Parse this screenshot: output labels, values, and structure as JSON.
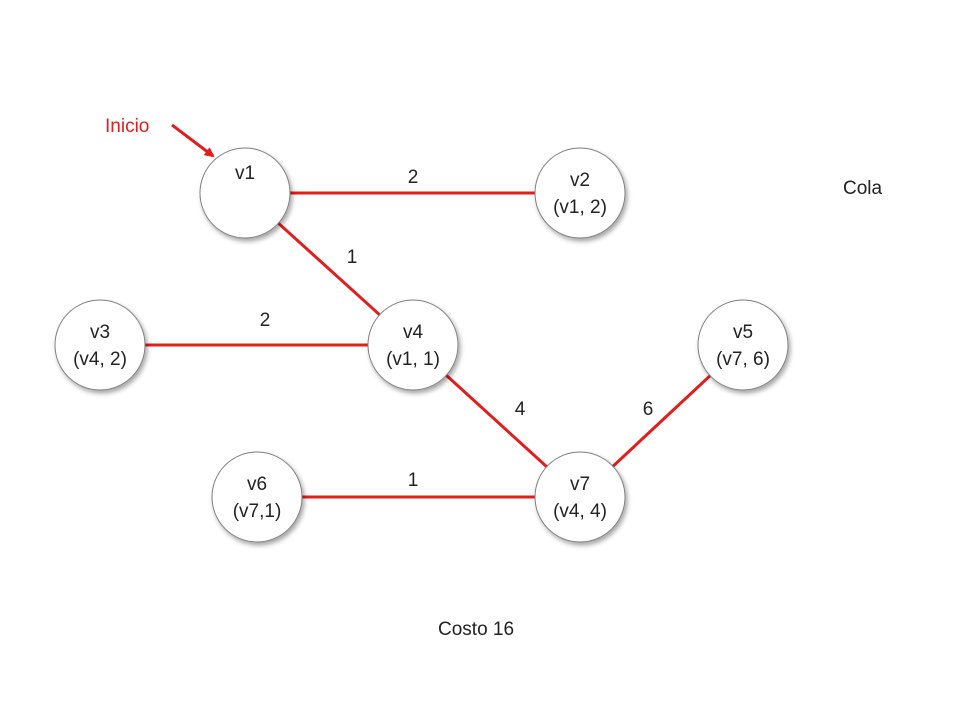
{
  "colors": {
    "edge": "#e31c1c",
    "start_label": "#e31c1c",
    "node_fill": "#ffffff",
    "node_stroke": "#808080",
    "text": "#222222"
  },
  "start_label": "Inicio",
  "queue_label": "Cola",
  "cost_label": "Costo 16",
  "nodes": [
    {
      "id": "v1",
      "name": "v1",
      "info": ""
    },
    {
      "id": "v2",
      "name": "v2",
      "info": "(v1, 2)"
    },
    {
      "id": "v3",
      "name": "v3",
      "info": "(v4, 2)"
    },
    {
      "id": "v4",
      "name": "v4",
      "info": "(v1, 1)"
    },
    {
      "id": "v5",
      "name": "v5",
      "info": "(v7, 6)"
    },
    {
      "id": "v6",
      "name": "v6",
      "info": "(v7,1)"
    },
    {
      "id": "v7",
      "name": "v7",
      "info": "(v4, 4)"
    }
  ],
  "edges": [
    {
      "from": "v1",
      "to": "v2",
      "weight": "2"
    },
    {
      "from": "v1",
      "to": "v4",
      "weight": "1"
    },
    {
      "from": "v3",
      "to": "v4",
      "weight": "2"
    },
    {
      "from": "v4",
      "to": "v7",
      "weight": "4"
    },
    {
      "from": "v7",
      "to": "v5",
      "weight": "6"
    },
    {
      "from": "v6",
      "to": "v7",
      "weight": "1"
    }
  ]
}
